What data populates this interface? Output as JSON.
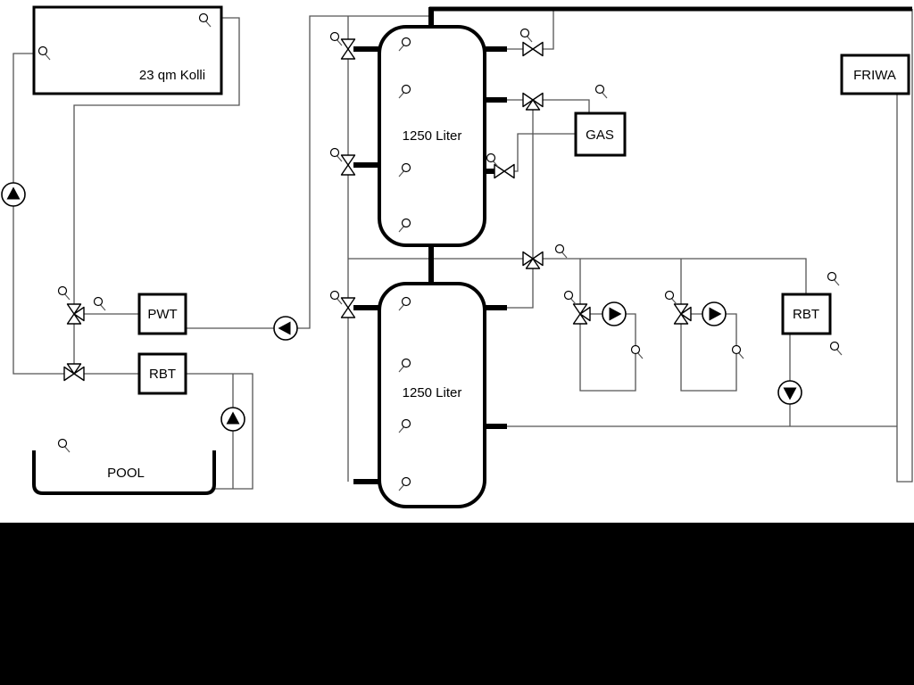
{
  "labels": {
    "collector": "23 qm Kolli",
    "tank_top": "1250 Liter",
    "tank_bottom": "1250 Liter",
    "pwt": "PWT",
    "rbt_left": "RBT",
    "rbt_right": "RBT",
    "gas": "GAS",
    "friwa": "FRIWA",
    "pool": "POOL"
  },
  "colors": {
    "background": "#ffffff",
    "pipe": "#555555",
    "component_stroke": "#000000",
    "pump_fill": "#000000",
    "bottom_band": "#000000"
  },
  "icons": {
    "pump": "circle-with-filled-triangle",
    "valve": "bowtie-two-triangles",
    "three_way_valve": "bowtie-three-triangles",
    "sensor": "small-circle-with-stem"
  }
}
